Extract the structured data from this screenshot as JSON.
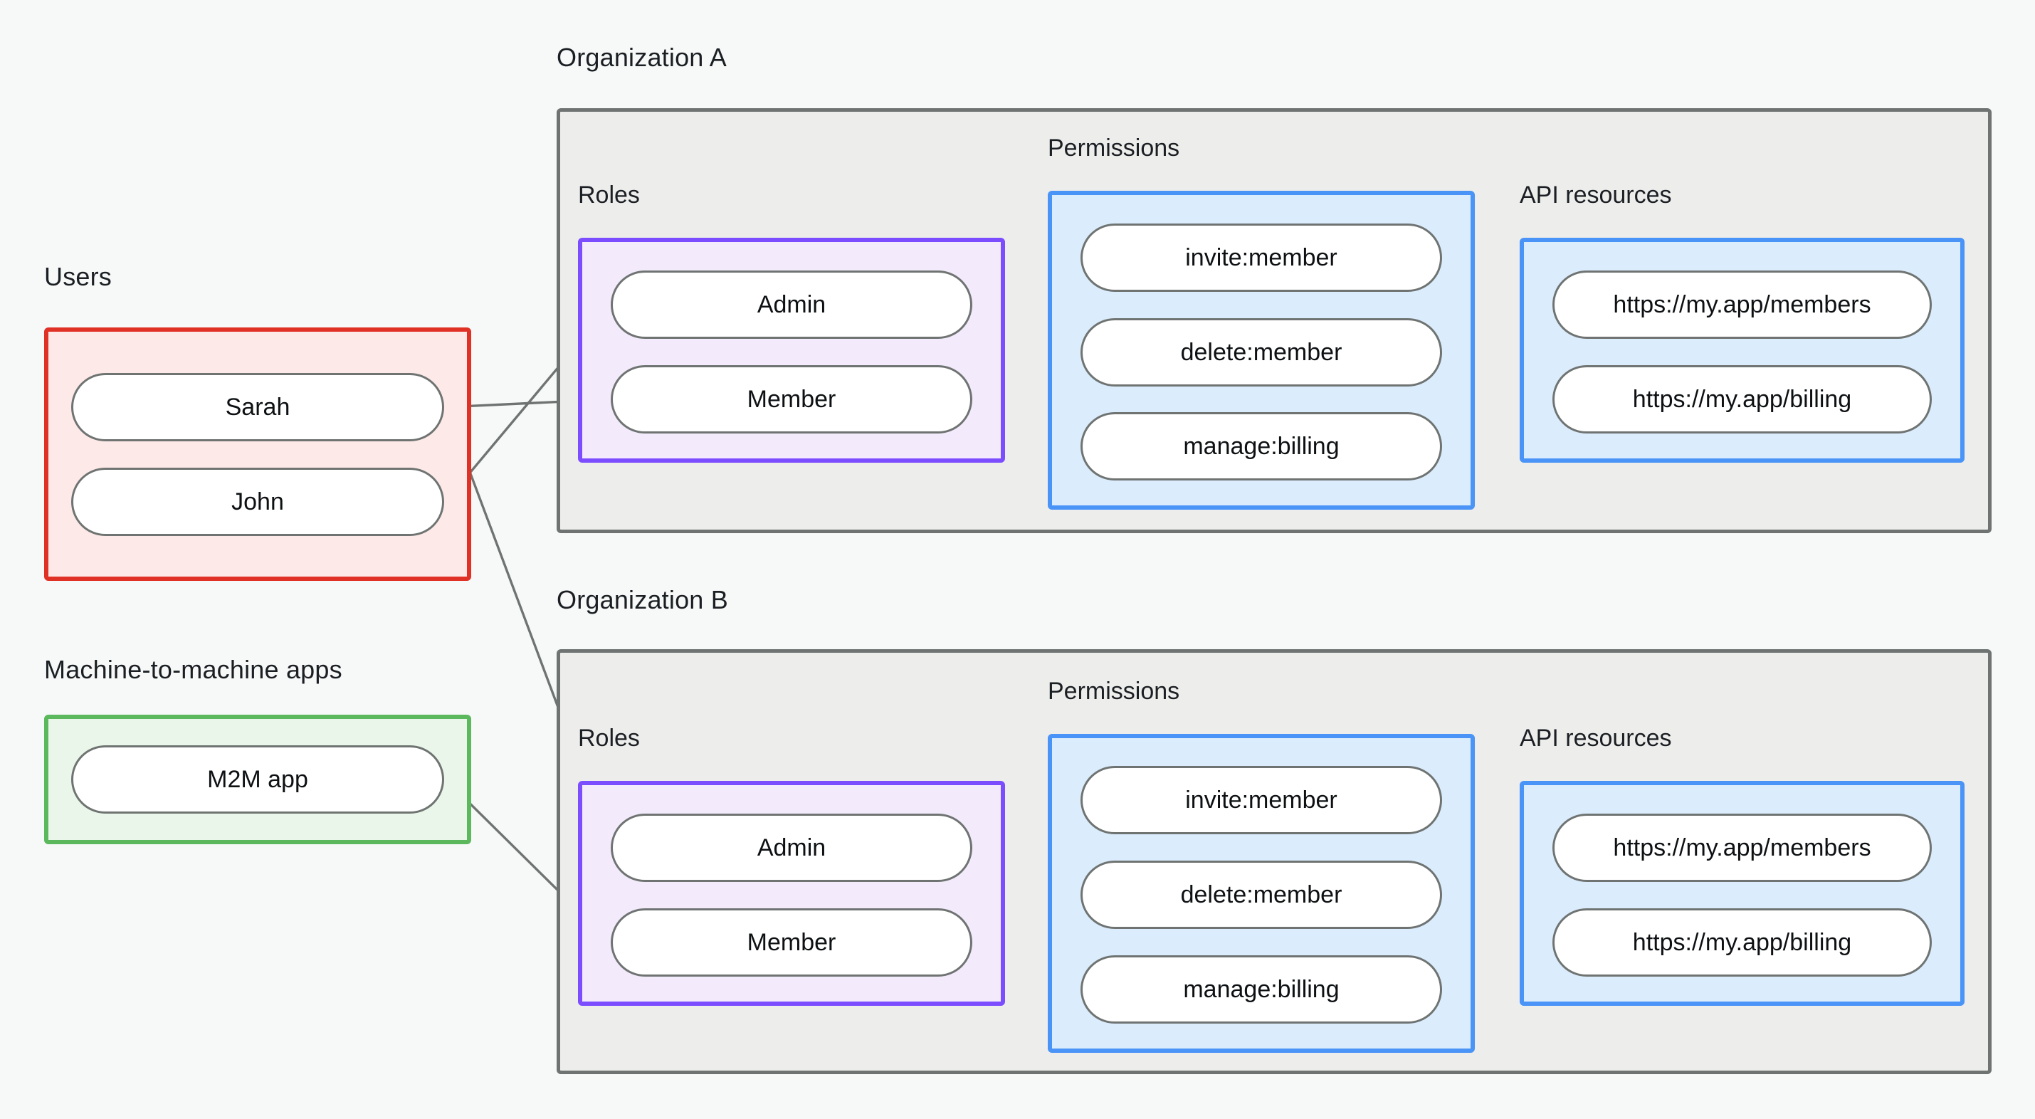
{
  "diagram": {
    "title_visible": false,
    "colors": {
      "canvas": "#f7f9f8",
      "org_border": "#6f7472",
      "org_fill": "#ededec",
      "users_border": "#e03127",
      "users_fill": "#fdeae8",
      "m2m_border": "#5cb85c",
      "m2m_fill": "#eaf6ea",
      "roles_border": "#7c4dff",
      "roles_fill": "#f3eafc",
      "blue_border": "#4a93f7",
      "blue_fill": "#dbecfd",
      "node_border": "#6f7472",
      "node_fill": "#ffffff",
      "edge": "#6f7472",
      "text": "#1b1f23"
    }
  },
  "left_column": {
    "users": {
      "label": "Users",
      "items": [
        {
          "label": "Sarah"
        },
        {
          "label": "John"
        }
      ]
    },
    "m2m": {
      "label": "Machine-to-machine apps",
      "items": [
        {
          "label": "M2M app"
        }
      ]
    }
  },
  "organizations": [
    {
      "label": "Organization A",
      "roles": {
        "label": "Roles",
        "items": [
          {
            "label": "Admin"
          },
          {
            "label": "Member"
          }
        ]
      },
      "permissions": {
        "label": "Permissions",
        "items": [
          {
            "label": "invite:member"
          },
          {
            "label": "delete:member"
          },
          {
            "label": "manage:billing"
          }
        ]
      },
      "api_resources": {
        "label": "API resources",
        "items": [
          {
            "label": "https://my.app/members"
          },
          {
            "label": "https://my.app/billing"
          }
        ]
      }
    },
    {
      "label": "Organization B",
      "roles": {
        "label": "Roles",
        "items": [
          {
            "label": "Admin"
          },
          {
            "label": "Member"
          }
        ]
      },
      "permissions": {
        "label": "Permissions",
        "items": [
          {
            "label": "invite:member"
          },
          {
            "label": "delete:member"
          },
          {
            "label": "manage:billing"
          }
        ]
      },
      "api_resources": {
        "label": "API resources",
        "items": [
          {
            "label": "https://my.app/members"
          },
          {
            "label": "https://my.app/billing"
          }
        ]
      }
    }
  ],
  "connections": [
    {
      "from": "Sarah",
      "to": "Organization A / Member"
    },
    {
      "from": "Sarah",
      "to": "Organization B / Admin"
    },
    {
      "from": "John",
      "to": "Organization A / Admin"
    },
    {
      "from": "M2M app",
      "to": "Organization B / Member"
    },
    {
      "from": "Organization A / Admin",
      "to": "Organization A / invite:member"
    },
    {
      "from": "Organization A / Admin",
      "to": "Organization A / delete:member"
    },
    {
      "from": "Organization A / Member",
      "to": "Organization A / manage:billing"
    },
    {
      "from": "Organization A / invite:member",
      "to": "Organization A / https://my.app/members"
    },
    {
      "from": "Organization A / delete:member",
      "to": "Organization A / https://my.app/members"
    },
    {
      "from": "Organization A / manage:billing",
      "to": "Organization A / https://my.app/billing"
    },
    {
      "from": "Organization B / Admin",
      "to": "Organization B / invite:member"
    },
    {
      "from": "Organization B / Admin",
      "to": "Organization B / delete:member"
    },
    {
      "from": "Organization B / Member",
      "to": "Organization B / manage:billing"
    },
    {
      "from": "Organization B / invite:member",
      "to": "Organization B / https://my.app/members"
    },
    {
      "from": "Organization B / delete:member",
      "to": "Organization B / https://my.app/members"
    },
    {
      "from": "Organization B / manage:billing",
      "to": "Organization B / https://my.app/billing"
    }
  ]
}
